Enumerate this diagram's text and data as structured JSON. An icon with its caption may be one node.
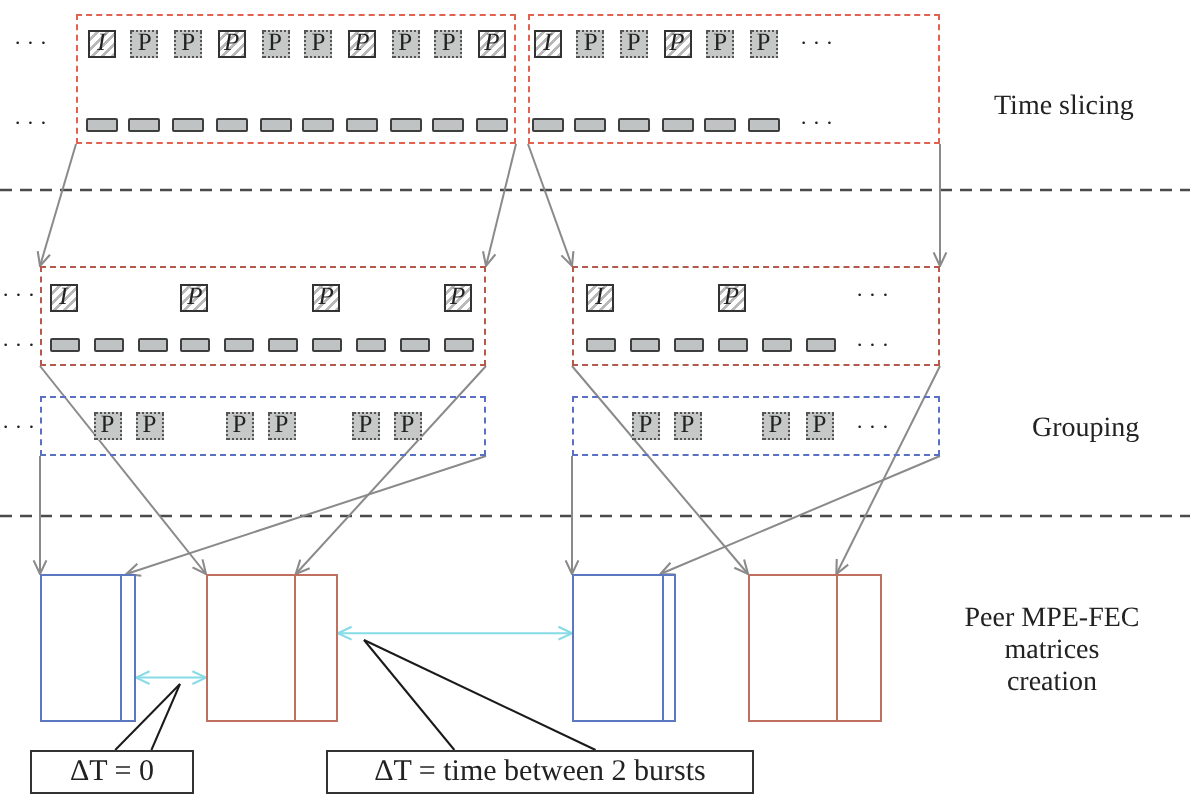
{
  "diagram": {
    "nodes": [
      {
        "text": [],
        "shape": "box"
      },
      {
        "text": [
          "I"
        ],
        "in": 0
      },
      {
        "text": [
          "P"
        ],
        "in": 0
      },
      {
        "text": [
          "P"
        ],
        "in": 0
      },
      {
        "text": [
          "P"
        ],
        "in": 0
      },
      {
        "text": [
          "P"
        ],
        "in": 0
      },
      {
        "text": [
          "P"
        ],
        "in": 0
      },
      {
        "text": [
          "P"
        ],
        "in": 0
      },
      {
        "text": [
          "P"
        ],
        "in": 0
      },
      {
        "text": [
          "P"
        ],
        "in": 0
      },
      {
        "text": [
          "P"
        ],
        "in": 0
      },
      {
        "text": [],
        "shape": "bar",
        "in": 0
      },
      {
        "text": [],
        "shape": "bar",
        "in": 0
      },
      {
        "text": [],
        "shape": "bar",
        "in": 0
      },
      {
        "text": [],
        "shape": "bar",
        "in": 0
      },
      {
        "text": [],
        "shape": "bar",
        "in": 0
      },
      {
        "text": [],
        "shape": "bar",
        "in": 0
      },
      {
        "text": [],
        "shape": "bar",
        "in": 0
      },
      {
        "text": [],
        "shape": "bar",
        "in": 0
      },
      {
        "text": [],
        "shape": "bar",
        "in": 0
      },
      {
        "text": [],
        "shape": "bar",
        "in": 0
      },
      {
        "text": [],
        "shape": "box"
      },
      {
        "text": [
          "I"
        ],
        "in": 21
      },
      {
        "text": [
          "P"
        ],
        "in": 21
      },
      {
        "text": [
          "P"
        ],
        "in": 21
      },
      {
        "text": [
          "P"
        ],
        "in": 21
      },
      {
        "text": [
          "P"
        ],
        "in": 21
      },
      {
        "text": [
          "P"
        ],
        "in": 21
      },
      {
        "text": [],
        "shape": "bar",
        "in": 21
      },
      {
        "text": [],
        "shape": "bar",
        "in": 21
      },
      {
        "text": [],
        "shape": "bar",
        "in": 21
      },
      {
        "text": [],
        "shape": "bar",
        "in": 21
      },
      {
        "text": [],
        "shape": "bar",
        "in": 21
      },
      {
        "text": [],
        "shape": "bar",
        "in": 21
      },
      {
        "text": [],
        "shape": "box"
      },
      {
        "text": [
          "I"
        ],
        "in": 34
      },
      {
        "text": [
          "P"
        ],
        "in": 34
      },
      {
        "text": [
          "P"
        ],
        "in": 34
      },
      {
        "text": [
          "P"
        ],
        "in": 34
      },
      {
        "text": [],
        "shape": "bar",
        "in": 34
      },
      {
        "text": [],
        "shape": "bar",
        "in": 34
      },
      {
        "text": [],
        "shape": "bar",
        "in": 34
      },
      {
        "text": [],
        "shape": "bar",
        "in": 34
      },
      {
        "text": [],
        "shape": "bar",
        "in": 34
      },
      {
        "text": [],
        "shape": "bar",
        "in": 34
      },
      {
        "text": [],
        "shape": "bar",
        "in": 34
      },
      {
        "text": [],
        "shape": "bar",
        "in": 34
      },
      {
        "text": [],
        "shape": "bar",
        "in": 34
      },
      {
        "text": [],
        "shape": "bar",
        "in": 34
      },
      {
        "text": [],
        "shape": "box"
      },
      {
        "text": [
          "I"
        ],
        "in": 49
      },
      {
        "text": [
          "P"
        ],
        "in": 49
      },
      {
        "text": [],
        "shape": "bar",
        "in": 49
      },
      {
        "text": [],
        "shape": "bar",
        "in": 49
      },
      {
        "text": [],
        "shape": "bar",
        "in": 49
      },
      {
        "text": [],
        "shape": "bar",
        "in": 49
      },
      {
        "text": [],
        "shape": "bar",
        "in": 49
      },
      {
        "text": [],
        "shape": "bar",
        "in": 49
      },
      {
        "text": [],
        "shape": "box"
      },
      {
        "text": [
          "P"
        ],
        "in": 58
      },
      {
        "text": [
          "P"
        ],
        "in": 58
      },
      {
        "text": [
          "P"
        ],
        "in": 58
      },
      {
        "text": [
          "P"
        ],
        "in": 58
      },
      {
        "text": [
          "P"
        ],
        "in": 58
      },
      {
        "text": [
          "P"
        ],
        "in": 58
      },
      {
        "text": [],
        "shape": "box"
      },
      {
        "text": [
          "P"
        ],
        "in": 65
      },
      {
        "text": [
          "P"
        ],
        "in": 65
      },
      {
        "text": [
          "P"
        ],
        "in": 65
      },
      {
        "text": [
          "P"
        ],
        "in": 65
      },
      {
        "text": [],
        "shape": "box"
      },
      {
        "text": [],
        "shape": "box"
      },
      {
        "text": [],
        "shape": "box"
      },
      {
        "text": [],
        "shape": "box"
      },
      {
        "text": [
          "ΔT = 0"
        ]
      },
      {
        "text": [
          "ΔT = time between 2 bursts"
        ]
      }
    ],
    "edges": [
      {
        "from": 0,
        "to": 34,
        "arrow": "to"
      },
      {
        "from": 0,
        "to": 34,
        "arrow": "to"
      },
      {
        "from": 21,
        "to": 49,
        "arrow": "to"
      },
      {
        "from": 21,
        "to": 49,
        "arrow": "to"
      },
      {
        "from": 34,
        "to": 71,
        "arrow": "to"
      },
      {
        "from": 34,
        "to": 71,
        "arrow": "to"
      },
      {
        "from": 58,
        "to": 70,
        "arrow": "to"
      },
      {
        "from": 58,
        "to": 70,
        "arrow": "to"
      },
      {
        "from": 49,
        "to": 73,
        "arrow": "to"
      },
      {
        "from": 49,
        "to": 73,
        "arrow": "to"
      },
      {
        "from": 65,
        "to": 72,
        "arrow": "to"
      },
      {
        "from": 65,
        "to": 72,
        "arrow": "to"
      },
      {
        "from": 70,
        "to": 71,
        "arrow": "both",
        "color": "#86dbe6"
      },
      {
        "from": 71,
        "to": 72,
        "arrow": "both",
        "color": "#86dbe6"
      },
      {
        "from": 74,
        "to": null,
        "arrow": "none",
        "color": "#1a1a1a"
      },
      {
        "from": 74,
        "to": null,
        "arrow": "none",
        "color": "#1a1a1a"
      },
      {
        "from": 75,
        "to": null,
        "arrow": "none",
        "color": "#1a1a1a"
      },
      {
        "from": 75,
        "to": null,
        "arrow": "none",
        "color": "#1a1a1a"
      }
    ],
    "labels": [
      "· · ·",
      "· · ·",
      "· · ·",
      "· · ·",
      "Time slicing",
      "· · ·",
      "· · ·",
      "· · ·",
      "· · ·",
      "· · ·",
      "· · ·",
      "Grouping",
      "Peer MPE-FEC matrices creation"
    ]
  }
}
